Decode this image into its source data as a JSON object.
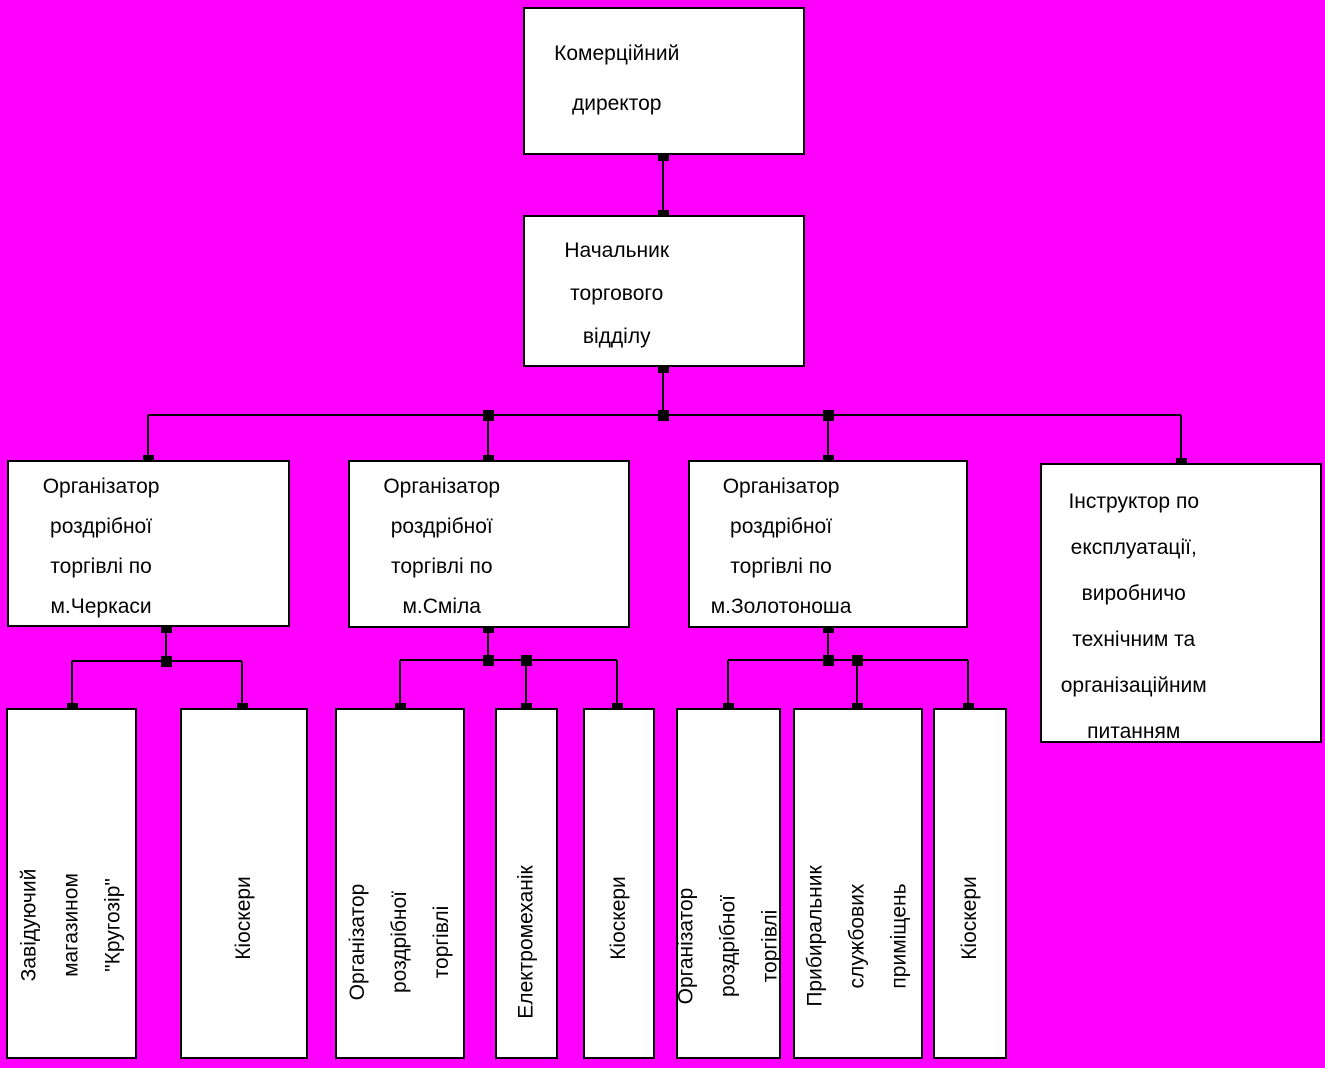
{
  "colors": {
    "background": "#FF00FF",
    "box_fill": "#FFFFFF",
    "box_border": "#000000",
    "connector": "#000000",
    "text": "#000000"
  },
  "org_chart": {
    "level1": {
      "director": "Комерційний\nдиректор"
    },
    "level2": {
      "head_of_trade": "Начальник\nторгового\nвідділу"
    },
    "level3": {
      "organizer_cherkasy": "Організатор\nроздрібної\nторгівлі по\nм.Черкаси",
      "organizer_smila": "Організатор\nроздрібної\nторгівлі по\nм.Сміла",
      "organizer_zolotonosha": "Організатор\nроздрібної\nторгівлі по\nм.Золотоноша",
      "instructor": "Інструктор по\nексплуатації,\nвиробничо\nтехнічним та\nорганізаційним\nпитанням"
    },
    "level4": {
      "shop_manager": "Завідуючий\nмагазином\n\"Кругозір\"",
      "kioskers_cherkasy": "Кіоскери",
      "retail_organizer_smila": "Організатор\nроздрібної торгівлі",
      "electromechanic": "Електромеханік",
      "kioskers_smila": "Кіоскери",
      "retail_organizer_zolotonosha": "Організатор\nроздрібної торгівлі",
      "cleaner": "Прибиральник\nслужбових\nприміщень",
      "kioskers_zolotonosha": "Кіоскери"
    }
  }
}
